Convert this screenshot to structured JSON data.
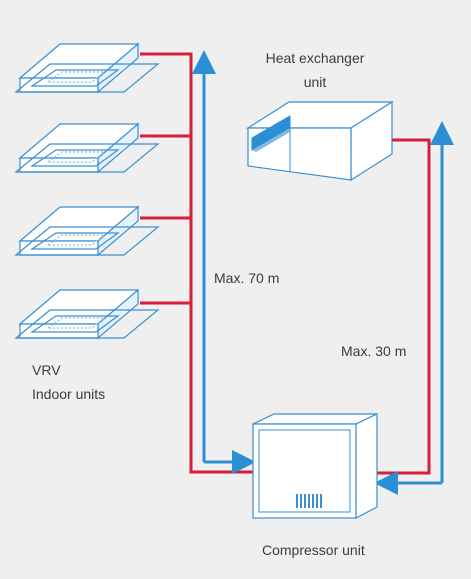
{
  "labels": {
    "heat_exchanger": [
      "Heat exchanger",
      "unit"
    ],
    "max_70": "Max. 70 m",
    "max_30": "Max. 30 m",
    "indoor": [
      "VRV",
      "Indoor units"
    ],
    "compressor": "Compressor unit"
  },
  "units": {
    "indoor_count": 4
  },
  "colors": {
    "background": "#efefef",
    "refrigerant_line_red": "#d41e3c",
    "refrigerant_arrow_blue": "#2a8fd4",
    "unit_outline": "#3a8fd0",
    "unit_face": "#ffffff",
    "text": "#3c3c3c"
  },
  "icons": {
    "indoor_unit": "ceiling-cassette-icon",
    "heat_exchanger": "heat-exchanger-icon",
    "compressor": "compressor-unit-icon"
  }
}
